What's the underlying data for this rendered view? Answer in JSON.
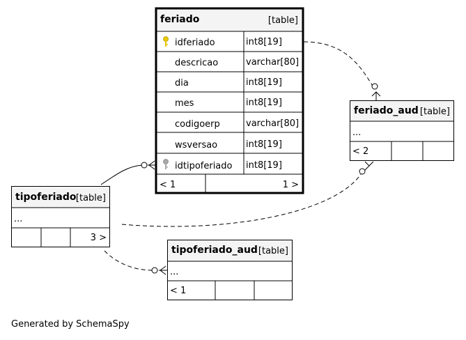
{
  "tables": {
    "feriado": {
      "name": "feriado",
      "type": "[table]",
      "columns": [
        {
          "name": "idferiado",
          "type": "int8[19]",
          "key": "primary"
        },
        {
          "name": "descricao",
          "type": "varchar[80]"
        },
        {
          "name": "dia",
          "type": "int8[19]"
        },
        {
          "name": "mes",
          "type": "int8[19]"
        },
        {
          "name": "codigoerp",
          "type": "varchar[80]"
        },
        {
          "name": "wsversao",
          "type": "int8[19]"
        },
        {
          "name": "idtipoferiado",
          "type": "int8[19]",
          "key": "foreign"
        }
      ],
      "parents": "< 1",
      "children": "1 >"
    },
    "feriado_aud": {
      "name": "feriado_aud",
      "type": "[table]",
      "ellipsis": "...",
      "parents": "< 2"
    },
    "tipoferiado": {
      "name": "tipoferiado",
      "type": "[table]",
      "ellipsis": "...",
      "children": "3 >"
    },
    "tipoferiado_aud": {
      "name": "tipoferiado_aud",
      "type": "[table]",
      "ellipsis": "...",
      "parents": "< 1"
    }
  },
  "footer": "Generated by SchemaSpy",
  "colors": {
    "header_bg": "#f4f4f4",
    "border": "#000000",
    "primary_key": "#e8c800",
    "foreign_key": "#a8a8a8"
  }
}
